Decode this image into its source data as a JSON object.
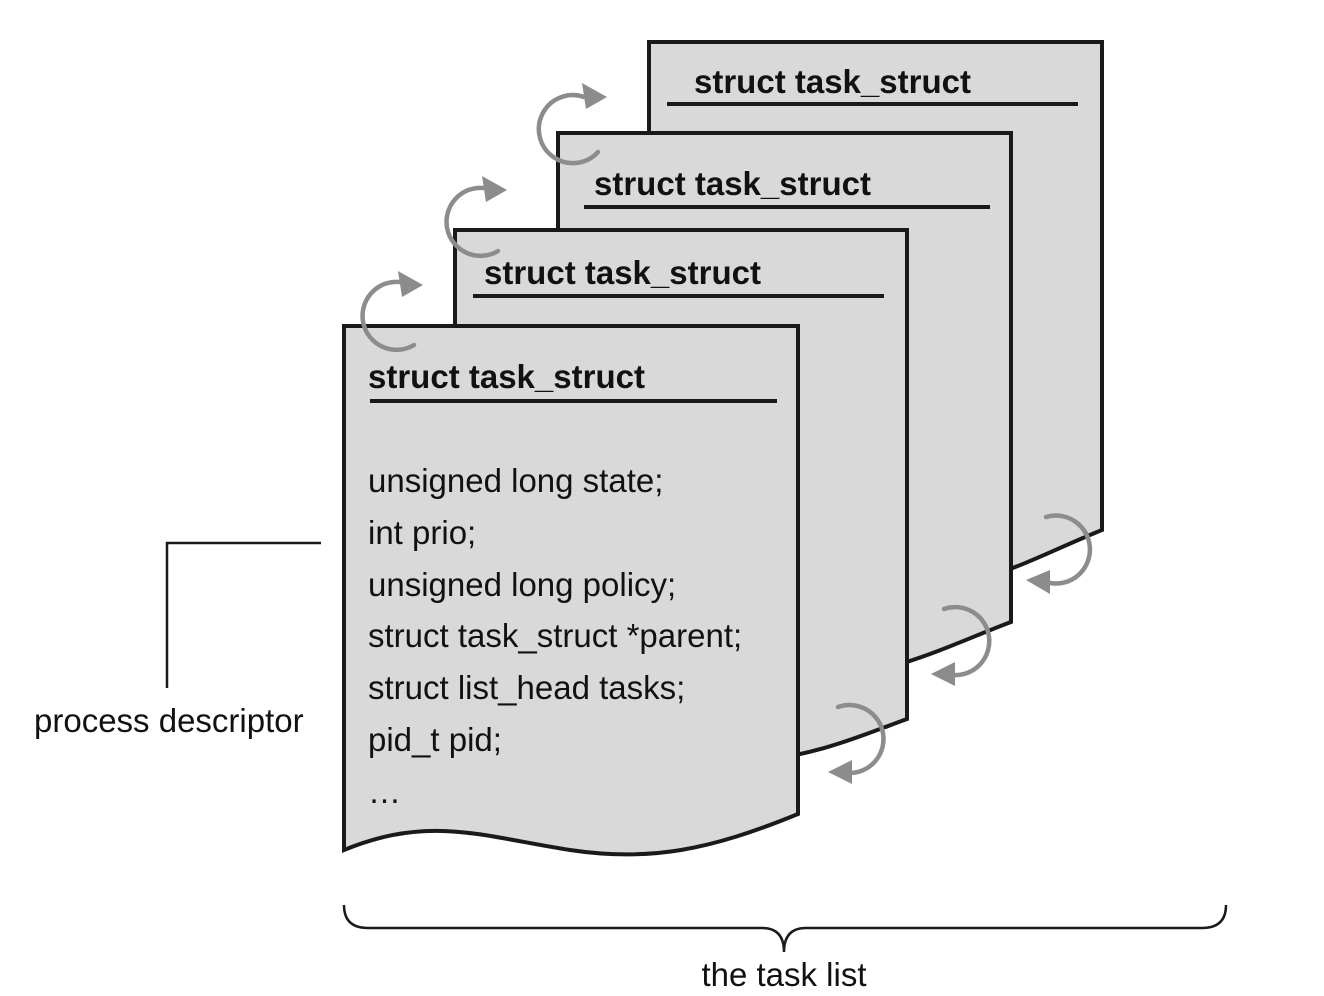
{
  "cards": [
    {
      "title": "struct task_struct"
    },
    {
      "title": "struct task_struct"
    },
    {
      "title": "struct task_struct"
    },
    {
      "title": "struct task_struct"
    }
  ],
  "front_card": {
    "title": "struct task_struct",
    "fields": [
      "unsigned long state;",
      "int prio;",
      "unsigned long policy;",
      "struct task_struct *parent;",
      "struct list_head tasks;",
      "pid_t pid;",
      "…"
    ]
  },
  "labels": {
    "descriptor": "process descriptor",
    "task_list": "the task list"
  },
  "colors": {
    "card_fill": "#d9d9d9",
    "outline": "#1a1a1a",
    "link_arrow": "#8c8c8c"
  }
}
